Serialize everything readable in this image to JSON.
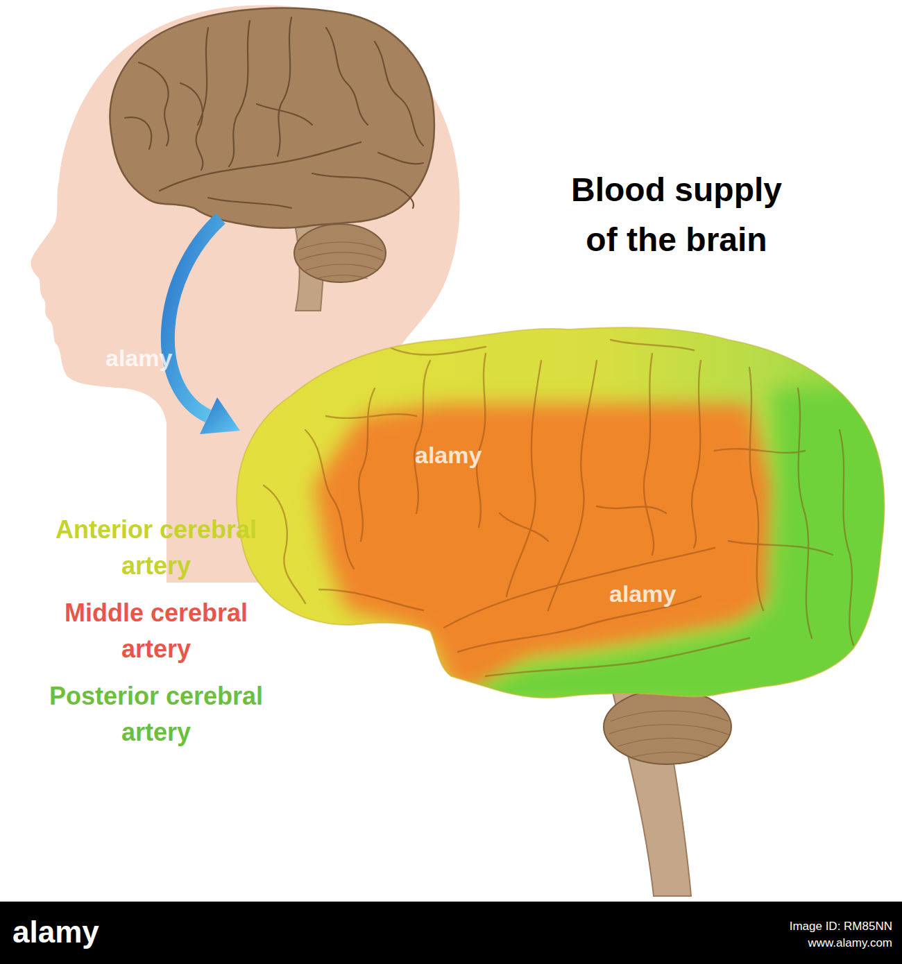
{
  "diagram": {
    "title": "Blood supply of the brain",
    "labels": [
      "alamy",
      "alamy",
      "alamy",
      "alamy",
      "Image ID: RM85NN",
      "www.alamy.com"
    ],
    "legend": [
      {
        "text": "Anterior cerebral artery",
        "color": "#c6d22e"
      },
      {
        "text": "Middle cerebral artery",
        "color": "#e8564a"
      },
      {
        "text": "Posterior cerebral artery",
        "color": "#6cbf3c"
      }
    ]
  }
}
